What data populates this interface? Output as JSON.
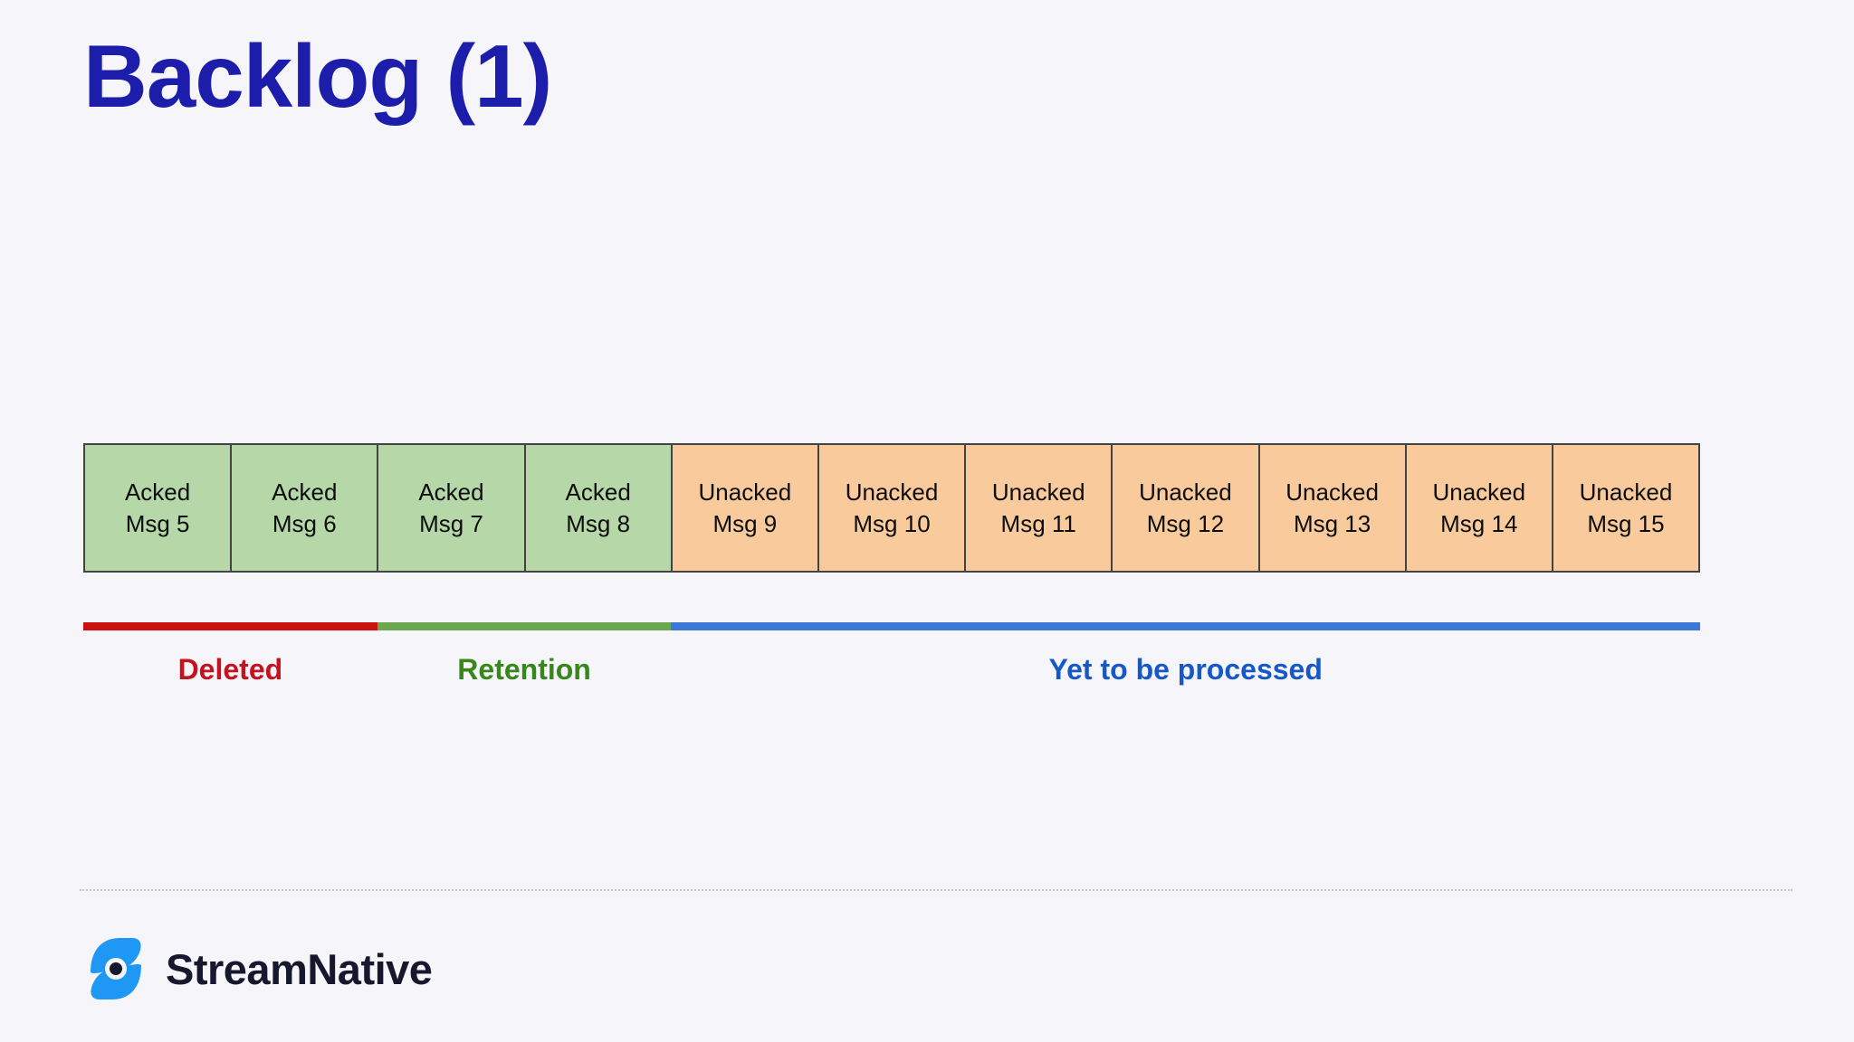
{
  "slide": {
    "title": "Backlog (1)"
  },
  "theme": {
    "background": "#f6f6fa",
    "title_color": "#1d1dab",
    "box_border": "#434343",
    "acked_fill": "#b6d7a8",
    "unacked_fill": "#f9cb9c",
    "divider_color": "#c6c6d2",
    "logo_blue": "#1f97f4",
    "logo_dark": "#17172d"
  },
  "diagram": {
    "boxes": [
      {
        "state": "acked",
        "line1": "Acked",
        "line2": "Msg 5"
      },
      {
        "state": "acked",
        "line1": "Acked",
        "line2": "Msg 6"
      },
      {
        "state": "acked",
        "line1": "Acked",
        "line2": "Msg 7"
      },
      {
        "state": "acked",
        "line1": "Acked",
        "line2": "Msg 8"
      },
      {
        "state": "unacked",
        "line1": "Unacked",
        "line2": "Msg 9"
      },
      {
        "state": "unacked",
        "line1": "Unacked",
        "line2": "Msg 10"
      },
      {
        "state": "unacked",
        "line1": "Unacked",
        "line2": "Msg 11"
      },
      {
        "state": "unacked",
        "line1": "Unacked",
        "line2": "Msg 12"
      },
      {
        "state": "unacked",
        "line1": "Unacked",
        "line2": "Msg 13"
      },
      {
        "state": "unacked",
        "line1": "Unacked",
        "line2": "Msg 14"
      },
      {
        "state": "unacked",
        "line1": "Unacked",
        "line2": "Msg 15"
      }
    ],
    "segments": [
      {
        "id": "deleted",
        "label": "Deleted",
        "box_span": 2,
        "bar_color": "#cc0f0f",
        "label_color": "#c5121f"
      },
      {
        "id": "retention",
        "label": "Retention",
        "box_span": 2,
        "bar_color": "#6aa84f",
        "label_color": "#38871d"
      },
      {
        "id": "yet-to-be-processed",
        "label": "Yet to be processed",
        "box_span": 7,
        "bar_color": "#3b78d8",
        "label_color": "#1758c7"
      }
    ]
  },
  "footer": {
    "brand": "StreamNative"
  }
}
